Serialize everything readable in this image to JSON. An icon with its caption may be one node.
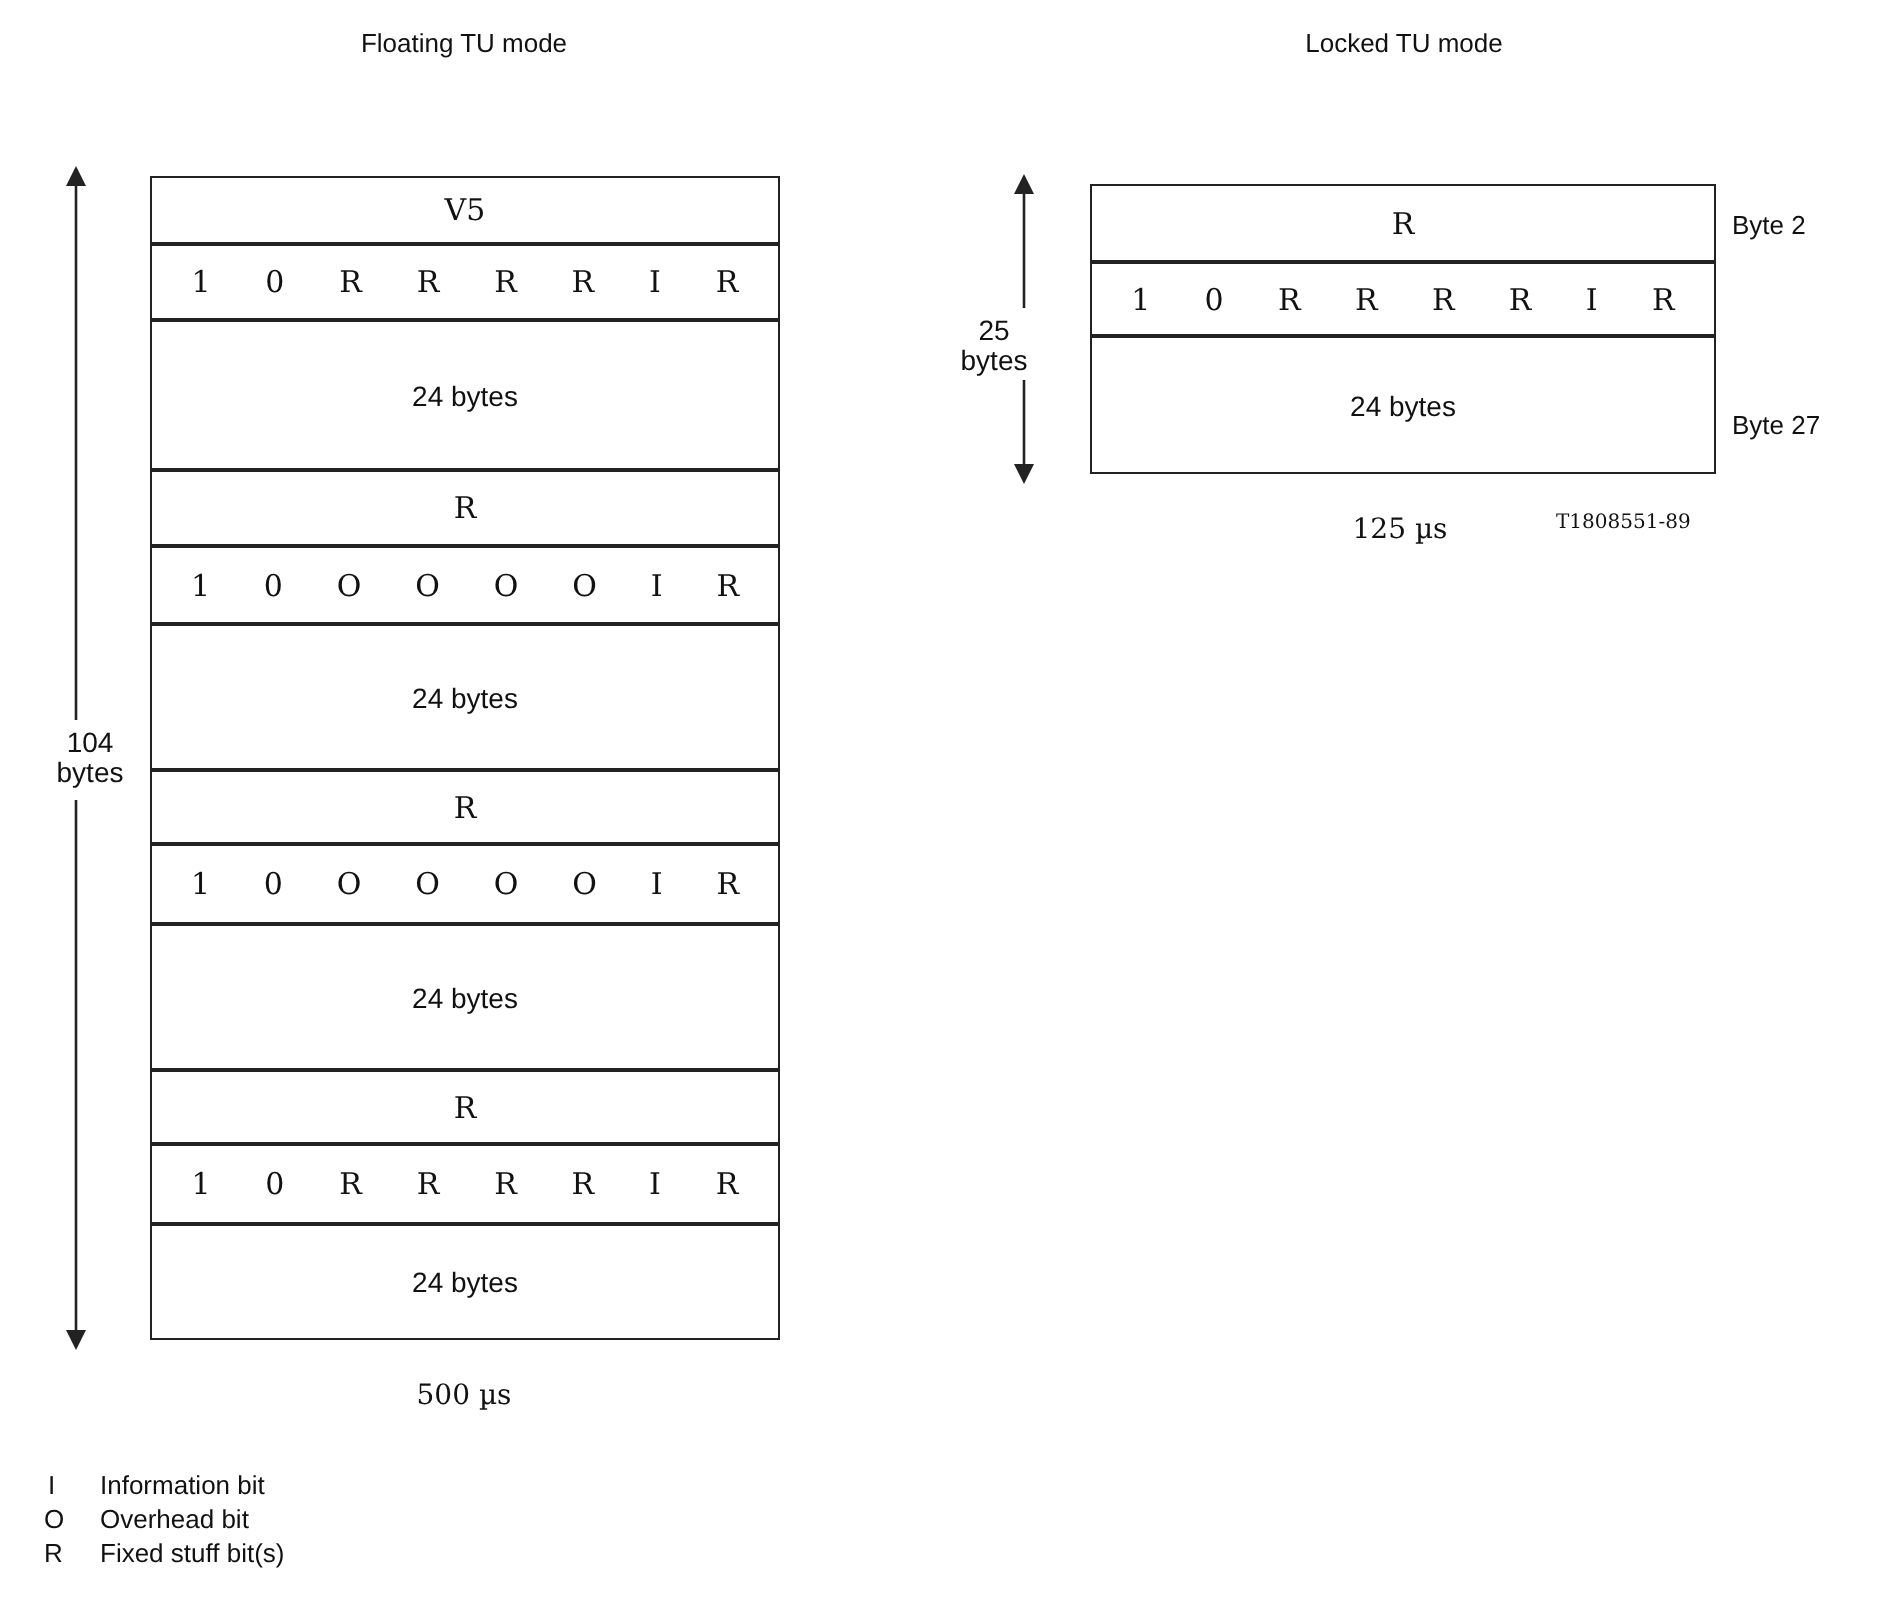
{
  "diagram": {
    "nodes": [
      {
        "text": [
          "V5"
        ]
      },
      {
        "text": [
          "1",
          "0",
          "R",
          "R",
          "R",
          "R",
          "I",
          "R"
        ]
      },
      {
        "text": [
          "24 bytes"
        ]
      },
      {
        "text": [
          "R"
        ]
      },
      {
        "text": [
          "1",
          "0",
          "O",
          "O",
          "O",
          "O",
          "I",
          "R"
        ]
      },
      {
        "text": [
          "24 bytes"
        ]
      },
      {
        "text": [
          "R"
        ]
      },
      {
        "text": [
          "1",
          "0",
          "O",
          "O",
          "O",
          "O",
          "I",
          "R"
        ]
      },
      {
        "text": [
          "24 bytes"
        ]
      },
      {
        "text": [
          "R"
        ]
      },
      {
        "text": [
          "1",
          "0",
          "R",
          "R",
          "R",
          "R",
          "I",
          "R"
        ]
      },
      {
        "text": [
          "24 bytes"
        ]
      },
      {
        "text": [
          "R"
        ],
        "beside": [
          "Byte 2"
        ]
      },
      {
        "text": [
          "1",
          "0",
          "R",
          "R",
          "R",
          "R",
          "I",
          "R"
        ]
      },
      {
        "text": [
          "24 bytes"
        ],
        "beside": [
          "Byte 27"
        ]
      }
    ],
    "labels": [
      "Floating TU mode",
      "Locked TU mode",
      "25 bytes",
      "125 µs",
      "T1808551-89",
      "104 bytes",
      "500 µs",
      "I",
      "Information bit",
      "O",
      "Overhead bit",
      "R",
      "Fixed stuff bit(s)"
    ]
  }
}
